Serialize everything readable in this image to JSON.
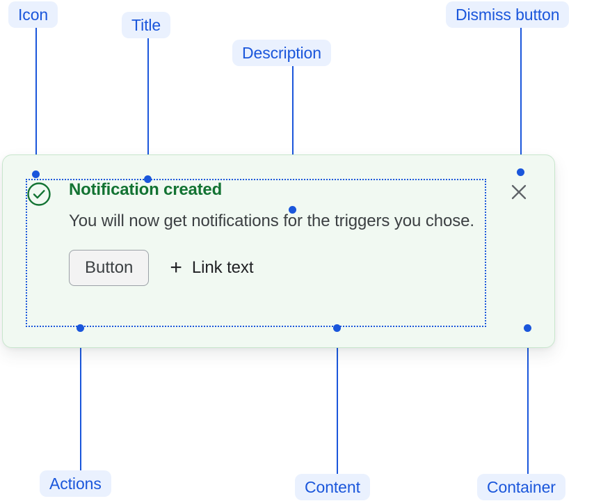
{
  "annotations": [
    {
      "id": "icon",
      "label": "Icon"
    },
    {
      "id": "title",
      "label": "Title"
    },
    {
      "id": "desc",
      "label": "Description"
    },
    {
      "id": "dismiss",
      "label": "Dismiss button"
    },
    {
      "id": "actions",
      "label": "Actions"
    },
    {
      "id": "content",
      "label": "Content"
    },
    {
      "id": "container",
      "label": "Container"
    }
  ],
  "notification": {
    "status_icon": "check-circle-icon",
    "title": "Notification created",
    "description": "You will now get notifications for the triggers you chose.",
    "actions": {
      "button_label": "Button",
      "link_plus_icon": "plus-icon",
      "link_label": "Link text"
    },
    "dismiss_icon": "close-icon"
  },
  "colors": {
    "annotation_blue": "#1a56db",
    "annotation_pill_bg": "#eaf1fe",
    "success_green": "#137333",
    "card_bg": "#f1f9f2",
    "card_border": "#c8e6cd",
    "body_text": "#3c4043",
    "dismiss_gray": "#5f6368"
  }
}
